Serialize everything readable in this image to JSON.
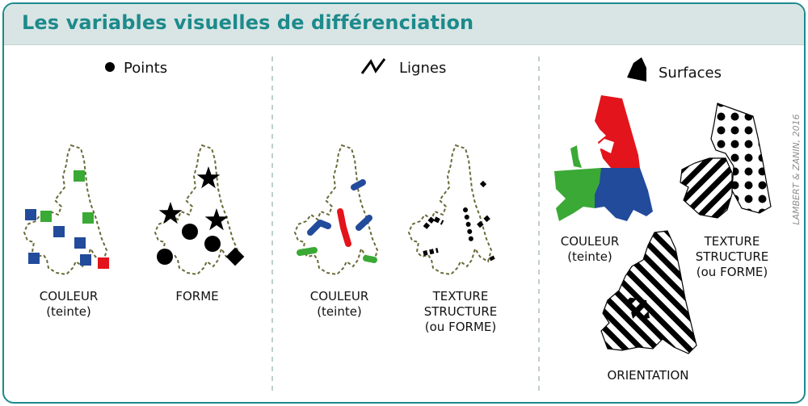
{
  "title": "Les variables visuelles de différenciation",
  "credit": "LAMBERT & ZANIN, 2016",
  "sections": {
    "points": {
      "heading": "Points",
      "couleur": [
        "COULEUR",
        "(teinte)"
      ],
      "forme": [
        "FORME"
      ]
    },
    "lignes": {
      "heading": "Lignes",
      "couleur": [
        "COULEUR",
        "(teinte)"
      ],
      "texture": [
        "TEXTURE",
        "STRUCTURE",
        "(ou FORME)"
      ]
    },
    "surfaces": {
      "heading": "Surfaces",
      "couleur": [
        "COULEUR",
        "(teinte)"
      ],
      "texture": [
        "TEXTURE",
        "STRUCTURE",
        "(ou FORME)"
      ],
      "orientation": [
        "ORIENTATION"
      ]
    }
  },
  "colors": {
    "frame": "#1d8a8c",
    "header_bg": "#d8e5e4",
    "red": "#e3141b",
    "green": "#3aa935",
    "blue": "#234b9b",
    "outline": "#6b6a3a",
    "divider": "#bfcfcd"
  }
}
